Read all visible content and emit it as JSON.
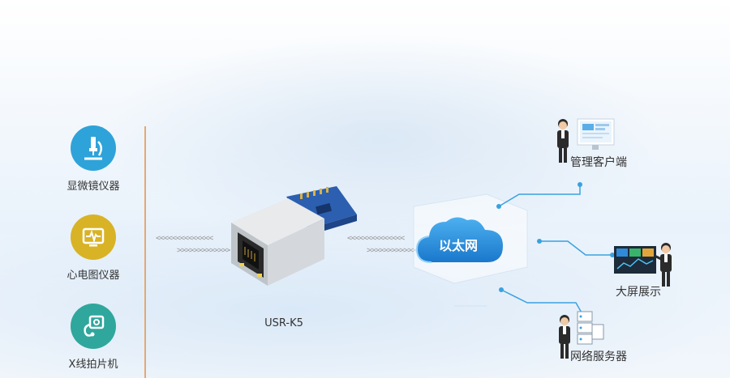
{
  "devices": [
    {
      "label": "显微镜仪器",
      "icon": "microscope-icon",
      "color": "#2ea3d9"
    },
    {
      "label": "心电图仪器",
      "icon": "ecg-monitor-icon",
      "color": "#d8b325"
    },
    {
      "label": "X线拍片机",
      "icon": "xray-machine-icon",
      "color": "#2fa79c"
    }
  ],
  "module": {
    "label": "USR-K5",
    "icon": "rj45-module-icon"
  },
  "network": {
    "label": "以太网",
    "icon": "cloud-icon"
  },
  "endpoints": [
    {
      "label": "管理客户端",
      "icon": "admin-workstation-icon"
    },
    {
      "label": "大屏展示",
      "icon": "big-screen-icon"
    },
    {
      "label": "网络服务器",
      "icon": "server-icon"
    }
  ],
  "colors": {
    "accent_line": "#e5a873",
    "connector": "#3aa1e0",
    "cloud": "#1e88d8"
  }
}
